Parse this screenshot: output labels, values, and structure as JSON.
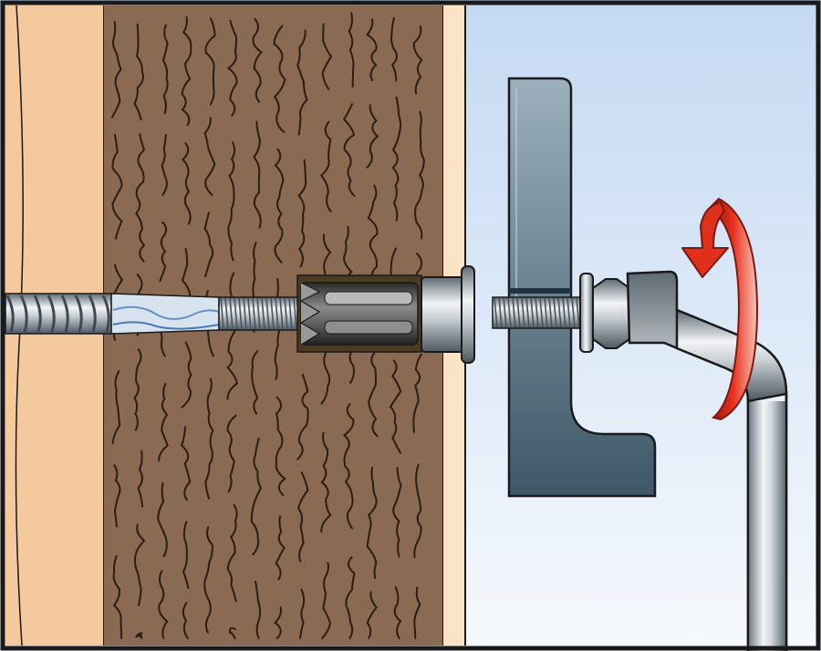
{
  "scene": {
    "colors": {
      "frame": "#1a1a1a",
      "background_top": "#c4d9f2",
      "background_bottom": "#f6f9fd",
      "wall_plaster": "#f4c99d",
      "wall_panel": "#fbe3c6",
      "timber": "#8a6a52",
      "grain_line": "#2b1d14",
      "bracket_light": "#9cb0bd",
      "bracket_dark": "#3e5867",
      "steel_light": "#f2f4f6",
      "steel_dark": "#7f8b95",
      "plug_dark": "#3b3b3b",
      "rotation_arrow": "#d8261a"
    },
    "icons": [
      "timber-layer",
      "hanger-bolt",
      "wall-plug",
      "wall-bracket",
      "hex-nut",
      "washer",
      "l-shaped-hook",
      "rotation-arrow-icon"
    ]
  }
}
